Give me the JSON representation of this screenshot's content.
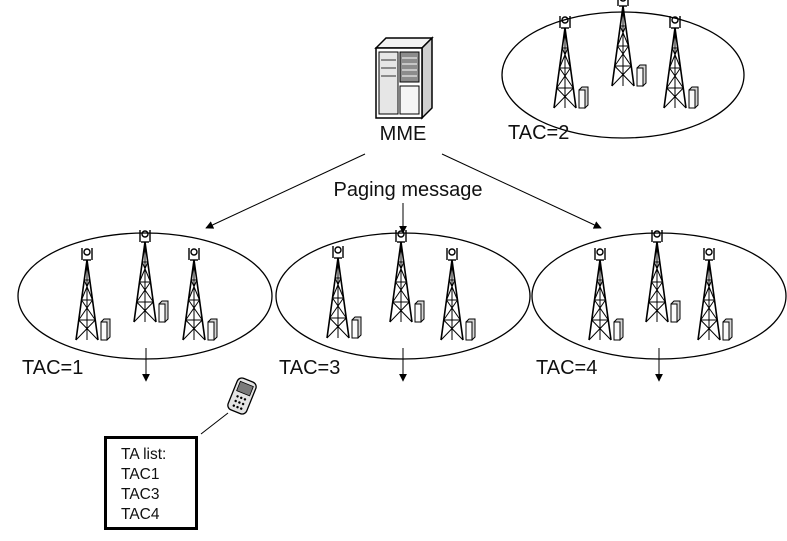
{
  "mme": {
    "label": "MME"
  },
  "paging": {
    "label": "Paging message"
  },
  "tracking_areas": [
    {
      "id": "ta-2",
      "label": "TAC=2"
    },
    {
      "id": "ta-1",
      "label": "TAC=1"
    },
    {
      "id": "ta-3",
      "label": "TAC=3"
    },
    {
      "id": "ta-4",
      "label": "TAC=4"
    }
  ],
  "ta_list": {
    "title": "TA list:",
    "items": [
      "TAC1",
      "TAC3",
      "TAC4"
    ]
  },
  "icons": {
    "server": "mme-server-icon",
    "tower": "cell-tower-icon",
    "phone": "mobile-phone-icon"
  },
  "colors": {
    "line": "#000000",
    "text": "#111111",
    "background": "#ffffff"
  }
}
